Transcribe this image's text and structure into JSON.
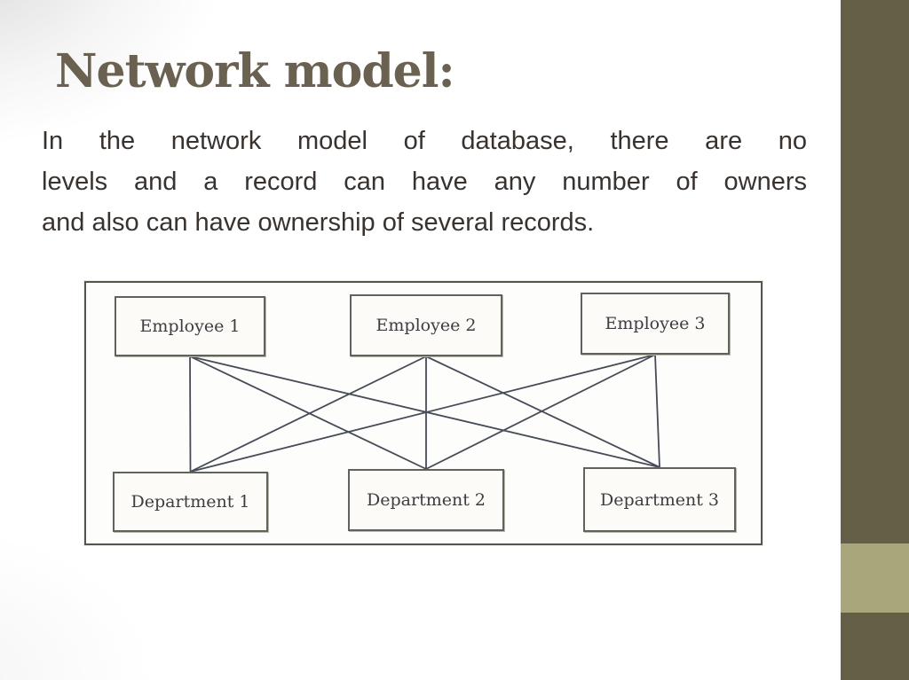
{
  "slide": {
    "title": "Network model:",
    "body_lines": [
      "In the network model of database, there are no",
      "levels and a record can have any number of owners",
      "and also can have ownership of several records."
    ],
    "colors": {
      "title_text": "#6b6150",
      "body_text": "#39332f",
      "band_dark": "#665f48",
      "band_light": "#a9a67c",
      "diagram_line": "#454b57",
      "node_border": "#62625c",
      "diagram_border": "#55544e"
    }
  },
  "diagram": {
    "nodes": {
      "employee-1": {
        "label": "Employee 1"
      },
      "employee-2": {
        "label": "Employee 2"
      },
      "employee-3": {
        "label": "Employee 3"
      },
      "department-1": {
        "label": "Department 1"
      },
      "department-2": {
        "label": "Department 2"
      },
      "department-3": {
        "label": "Department 3"
      }
    },
    "edges": [
      {
        "from": "employee-1",
        "to": "department-1"
      },
      {
        "from": "employee-1",
        "to": "department-2"
      },
      {
        "from": "employee-1",
        "to": "department-3"
      },
      {
        "from": "employee-2",
        "to": "department-1"
      },
      {
        "from": "employee-2",
        "to": "department-2"
      },
      {
        "from": "employee-2",
        "to": "department-3"
      },
      {
        "from": "employee-3",
        "to": "department-1"
      },
      {
        "from": "employee-3",
        "to": "department-2"
      },
      {
        "from": "employee-3",
        "to": "department-3"
      }
    ]
  }
}
